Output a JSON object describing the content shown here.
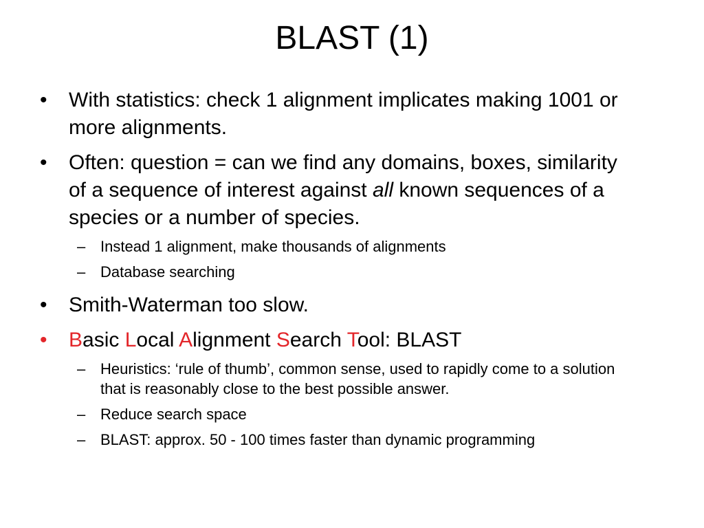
{
  "slide": {
    "title": "BLAST (1)",
    "accent_color": "#e3262a",
    "bullet_glyph": "•",
    "dash_glyph": "–",
    "bullets": {
      "b1": {
        "text": "With statistics: check 1 alignment implicates making 1001 or more alignments."
      },
      "b2": {
        "before": "Often: question = can we find any domains, boxes, similarity of a sequence of interest against ",
        "emph": "all",
        "after": " known sequences of a species or a number of species.",
        "subs": [
          "Instead 1 alignment, make thousands of alignments",
          "Database searching"
        ]
      },
      "b3": {
        "text": "Smith-Waterman too slow."
      },
      "b4": {
        "parts": [
          {
            "text": "B",
            "red": true
          },
          {
            "text": "asic ",
            "red": false
          },
          {
            "text": "L",
            "red": true
          },
          {
            "text": "ocal ",
            "red": false
          },
          {
            "text": "A",
            "red": true
          },
          {
            "text": "lignment ",
            "red": false
          },
          {
            "text": "S",
            "red": true
          },
          {
            "text": "earch ",
            "red": false
          },
          {
            "text": "T",
            "red": true
          },
          {
            "text": "ool: BLAST",
            "red": false
          }
        ],
        "subs": [
          "Heuristics: ‘rule of thumb’, common sense, used to rapidly come to a solution that is reasonably close to the best possible answer.",
          "Reduce search space",
          "BLAST: approx. 50 - 100 times faster than dynamic programming"
        ]
      }
    }
  }
}
